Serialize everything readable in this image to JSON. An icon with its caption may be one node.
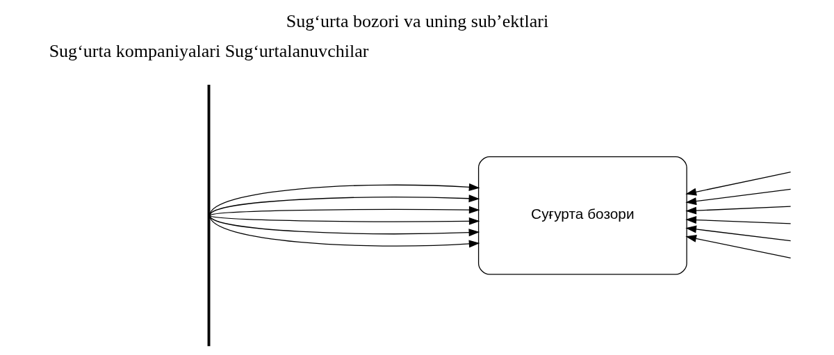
{
  "diagram": {
    "title": "Sug‘urta bozori va uning sub’ektlari",
    "nodes": [
      {
        "text": [],
        "shape": "bar"
      },
      {
        "text": [
          "Суғурта бозори"
        ]
      }
    ],
    "edges": [
      {
        "from": 0,
        "to": 1,
        "arrow": "to"
      },
      {
        "from": 0,
        "to": 1,
        "arrow": "to"
      },
      {
        "from": 0,
        "to": 1,
        "arrow": "to"
      },
      {
        "from": 0,
        "to": 1,
        "arrow": "to"
      },
      {
        "from": 0,
        "to": 1,
        "arrow": "to"
      },
      {
        "from": 0,
        "to": 1,
        "arrow": "to"
      },
      {
        "from": null,
        "to": 1,
        "arrow": "to"
      },
      {
        "from": null,
        "to": 1,
        "arrow": "to"
      },
      {
        "from": null,
        "to": 1,
        "arrow": "to"
      },
      {
        "from": null,
        "to": 1,
        "arrow": "to"
      },
      {
        "from": null,
        "to": 1,
        "arrow": "to"
      },
      {
        "from": null,
        "to": 1,
        "arrow": "to"
      }
    ],
    "labels": [
      "Sug‘urta kompaniyalari Sug‘urtalanuvchilar"
    ]
  }
}
